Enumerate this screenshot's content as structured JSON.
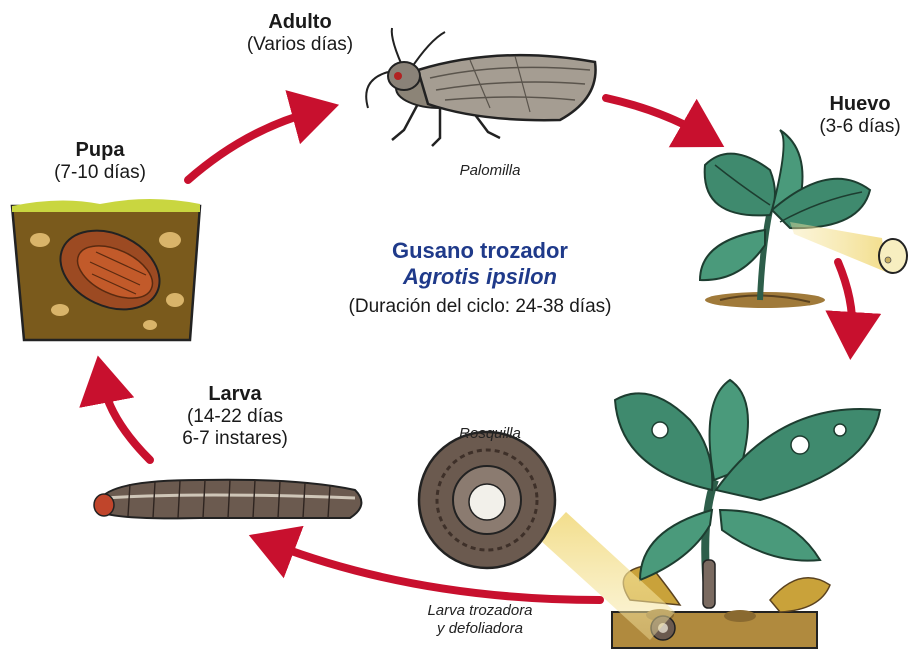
{
  "title": "Gusano trozador",
  "scientific_name": "Agrotis ipsilon",
  "duration": "(Duración del ciclo: 24-38 días)",
  "stages": {
    "adult": {
      "title": "Adulto",
      "duration": "(Varios días)",
      "caption": "Palomilla"
    },
    "egg": {
      "title": "Huevo",
      "duration": "(3-6 días)"
    },
    "pupa": {
      "title": "Pupa",
      "duration": "(7-10 días)"
    },
    "larva": {
      "title": "Larva",
      "duration_line1": "(14-22 días",
      "duration_line2": "6-7 instares)"
    },
    "cutworm": {
      "caption": "Rosquilla"
    },
    "damage": {
      "caption_line1": "Larva trozadora",
      "caption_line2": "y defoliadora"
    }
  },
  "colors": {
    "arrow": "#c8102e",
    "title_blue": "#1f3a8a",
    "leaf": "#3f8a6e",
    "soil": "#7a5a1c",
    "larva": "#6b5a4f"
  }
}
